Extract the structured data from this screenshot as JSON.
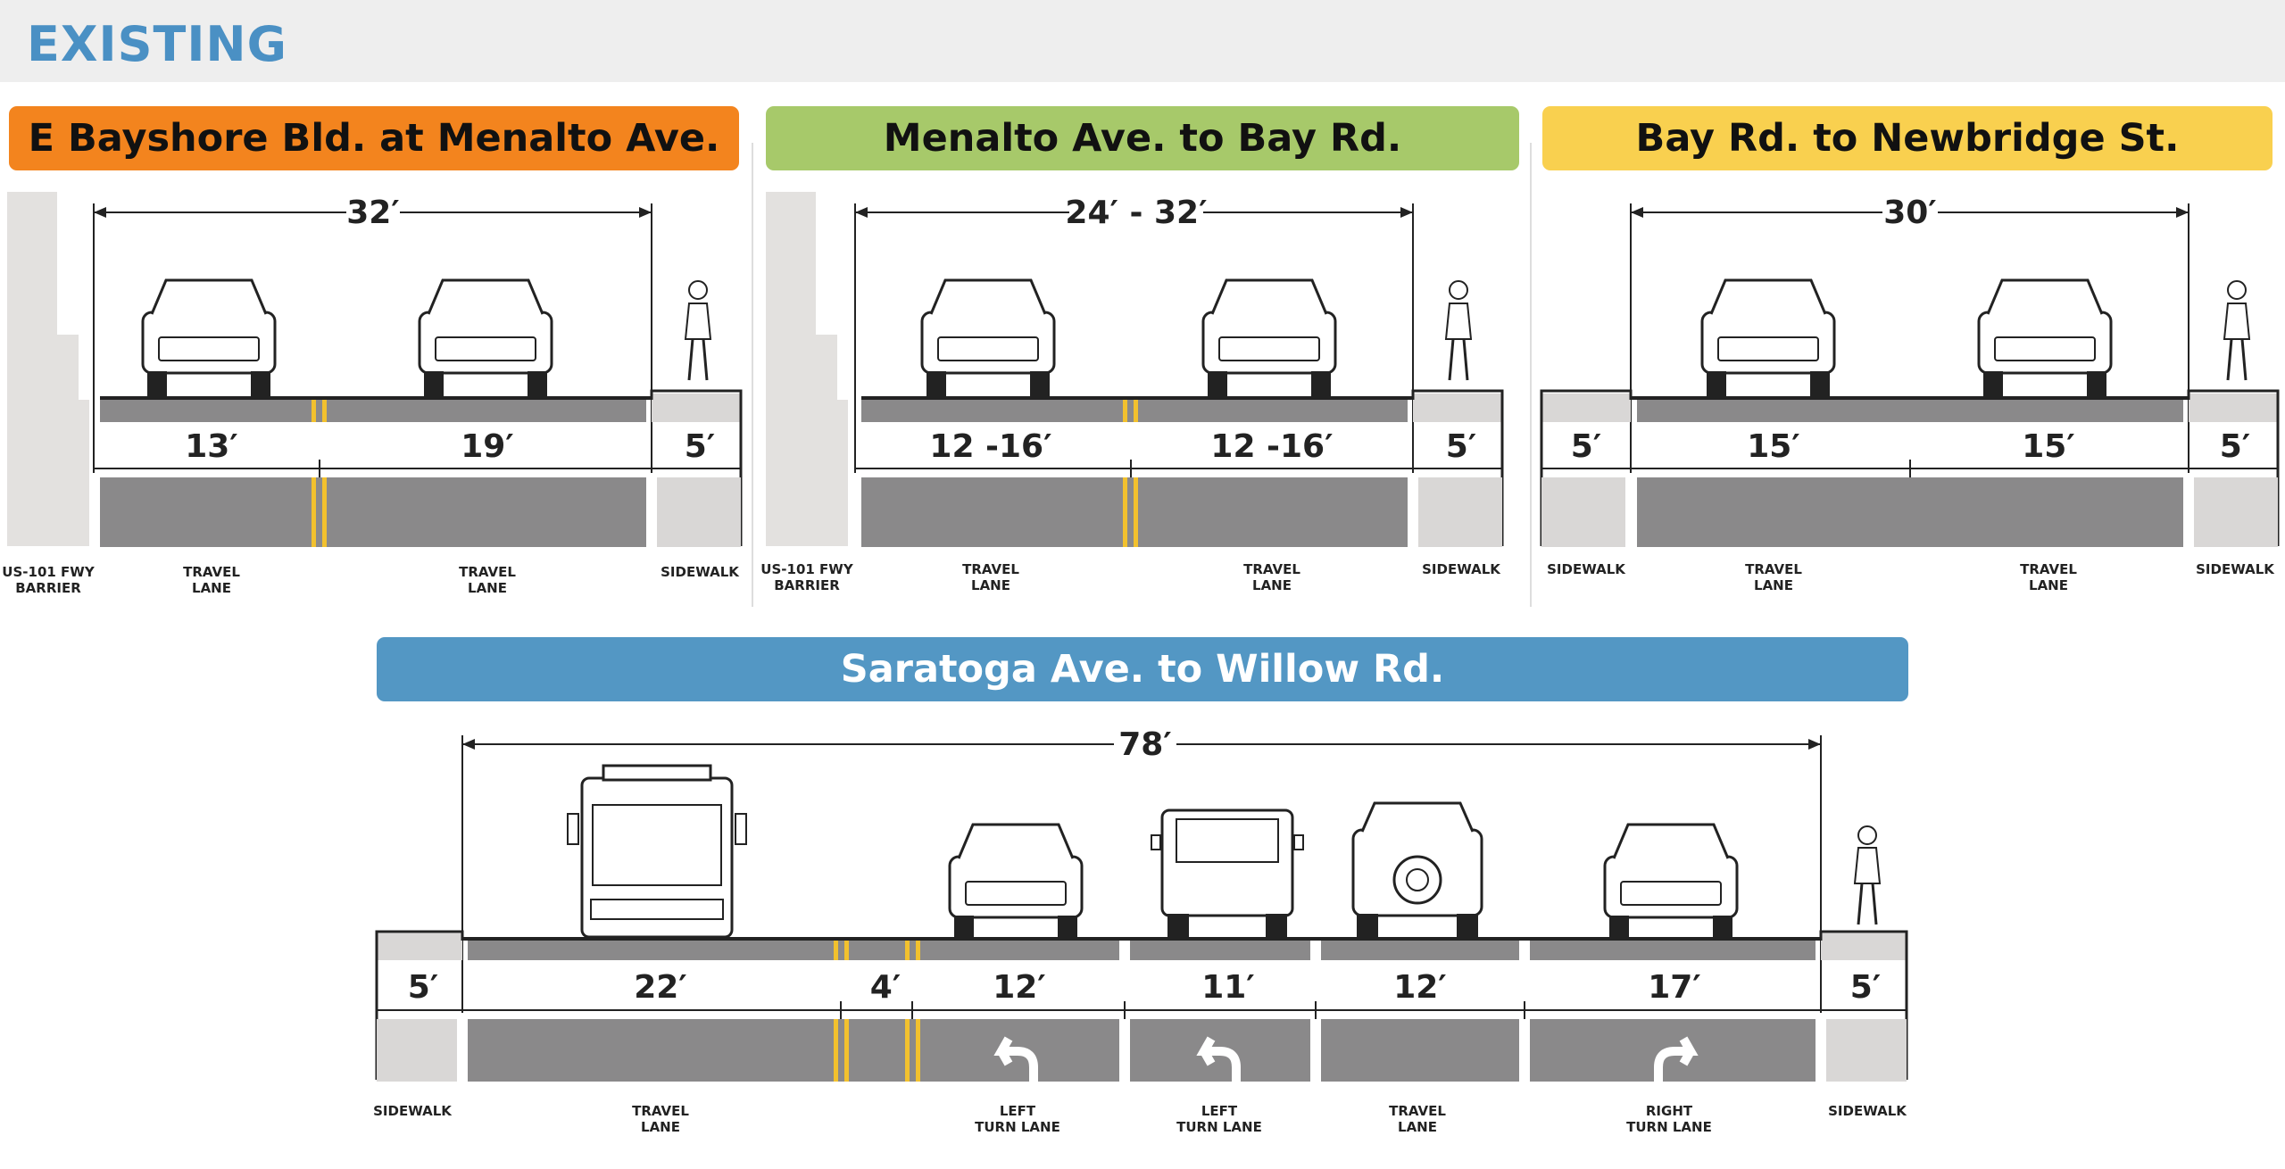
{
  "page_title": "EXISTING",
  "colors": {
    "orange": "#f3841e",
    "green": "#a7c96a",
    "yellow": "#f9d04f",
    "blue": "#5397c4",
    "asphalt": "#8a898a",
    "sidewalk": "#d9d7d6",
    "barrier": "#e3e1df",
    "stripe": "#f2c12e"
  },
  "sections": [
    {
      "title": "E Bayshore Bld. at Menalto Ave.",
      "color": "#f3841e",
      "text_color": "#111111",
      "total": "32′",
      "dims": [
        "13′",
        "19′",
        "5′"
      ],
      "labels": [
        [
          "US-101 FWY",
          "BARRIER"
        ],
        [
          "TRAVEL",
          "LANE"
        ],
        [
          "TRAVEL",
          "LANE"
        ],
        [
          "SIDEWALK"
        ]
      ]
    },
    {
      "title": "Menalto Ave. to Bay Rd.",
      "color": "#a7c96a",
      "text_color": "#111111",
      "total": "24′ - 32′",
      "dims": [
        "12 -16′",
        "12 -16′",
        "5′"
      ],
      "labels": [
        [
          "US-101 FWY",
          "BARRIER"
        ],
        [
          "TRAVEL",
          "LANE"
        ],
        [
          "TRAVEL",
          "LANE"
        ],
        [
          "SIDEWALK"
        ]
      ]
    },
    {
      "title": "Bay Rd. to Newbridge St.",
      "color": "#f9d04f",
      "text_color": "#111111",
      "total": "30′",
      "dims": [
        "5′",
        "15′",
        "15′",
        "5′"
      ],
      "labels": [
        [
          "SIDEWALK"
        ],
        [
          "TRAVEL",
          "LANE"
        ],
        [
          "TRAVEL",
          "LANE"
        ],
        [
          "SIDEWALK"
        ]
      ]
    },
    {
      "title": "Saratoga Ave. to Willow Rd.",
      "color": "#5397c4",
      "text_color": "#ffffff",
      "total": "78′",
      "dims": [
        "5′",
        "22′",
        "4′",
        "12′",
        "11′",
        "12′",
        "17′",
        "5′"
      ],
      "labels": [
        [
          "SIDEWALK"
        ],
        [
          "TRAVEL",
          "LANE"
        ],
        [
          "LEFT",
          "TURN LANE"
        ],
        [
          "LEFT",
          "TURN LANE"
        ],
        [
          "TRAVEL",
          "LANE"
        ],
        [
          "RIGHT",
          "TURN LANE"
        ],
        [
          "SIDEWALK"
        ]
      ]
    }
  ]
}
